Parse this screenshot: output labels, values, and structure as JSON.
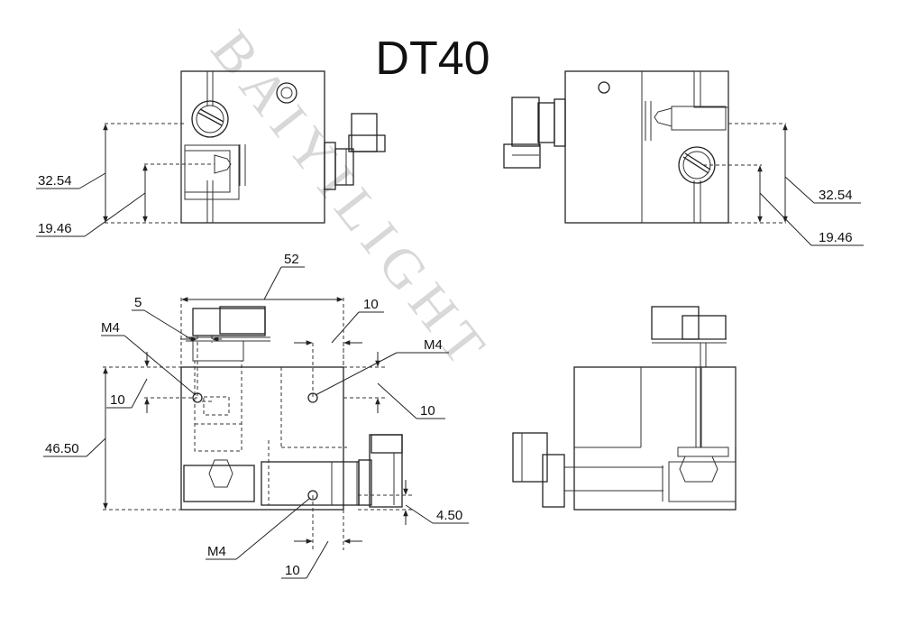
{
  "title": "DT40",
  "watermark": "BAIYILIGHT",
  "dimensions": {
    "front_upper_height": "32.54",
    "front_lower_height": "19.46",
    "side_upper_height": "32.54",
    "side_lower_height": "19.46",
    "top_width": "52",
    "top_offset_small": "5",
    "top_spacing_right": "10",
    "top_hole_left": "M4",
    "top_hole_right": "M4",
    "top_hole_bottom": "M4",
    "top_vertical_10": "10",
    "top_right_10": "10",
    "top_height": "46.50",
    "top_bottom_offset": "4.50",
    "top_bottom_spacing": "10"
  }
}
